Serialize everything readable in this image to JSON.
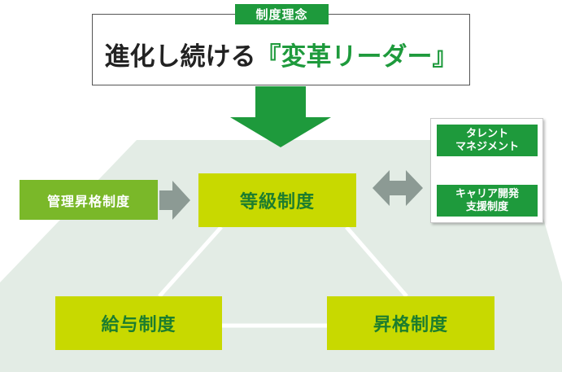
{
  "philosophy": {
    "label": "制度理念",
    "text_prefix": "進化し続ける",
    "text_highlight": "『変革リーダー』"
  },
  "grade_system": "等級制度",
  "management_promotion": "管理昇格制度",
  "salary_system": "給与制度",
  "promotion_system": "昇格制度",
  "talent_management": {
    "line1": "タレント",
    "line2": "マネジメント"
  },
  "career_support": {
    "line1": "キャリア開発",
    "line2": "支援制度"
  },
  "colors": {
    "dark_green": "#1e9a3c",
    "lime": "#c8d900",
    "light_green": "#7ab829",
    "gray_arrow": "#8c9a94",
    "background_shape": "#e3ece5"
  }
}
